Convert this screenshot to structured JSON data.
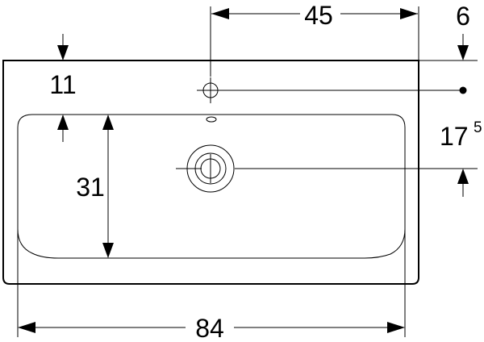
{
  "dimensions": {
    "overall_width": "84",
    "tap_hole_offset": "45",
    "rim_to_tap_hole": "6",
    "rim_thickness": "11",
    "basin_depth": "31",
    "drain_offset_main": "17",
    "drain_offset_sup": "5"
  },
  "colors": {
    "line": "#000000",
    "background": "#ffffff"
  }
}
